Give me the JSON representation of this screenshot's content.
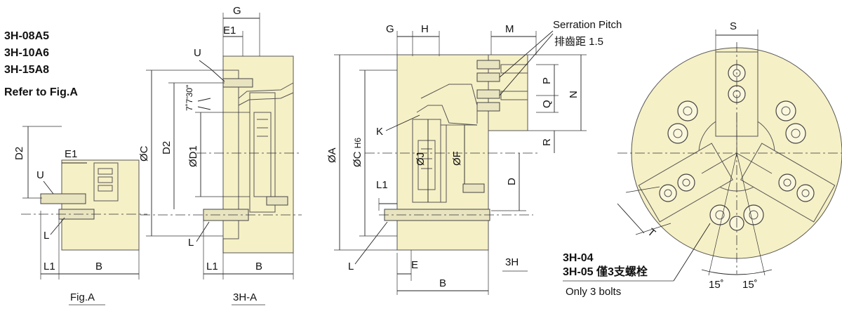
{
  "models": {
    "line1": "3H-08A5",
    "line2": "3H-10A6",
    "line3": "3H-15A8",
    "refer": "Refer to Fig.A"
  },
  "captions": {
    "fig_a": "Fig.A",
    "view_3h_a": "3H-A",
    "view_3h": "3H"
  },
  "serration": {
    "en": "Serration Pitch",
    "cn": "排齒距 1.5"
  },
  "bolt_note": {
    "models_1": "3H-04",
    "models_2": "3H-05 僅3支螺栓",
    "en": "Only 3 bolts"
  },
  "angles": {
    "left": "15˚",
    "right": "15˚",
    "taper": "7˚7'30\""
  },
  "dims": {
    "G": "G",
    "E1": "E1",
    "U": "U",
    "D2": "D2",
    "L": "L",
    "L1": "L1",
    "B": "B",
    "C": "ØC",
    "D1": "ØD1",
    "H": "H",
    "M": "M",
    "K": "K",
    "A": "ØA",
    "CH6": "ØC",
    "CH6_sub": "H6",
    "J": "ØJ",
    "F": "ØF",
    "P": "P",
    "Q": "Q",
    "N": "N",
    "R": "R",
    "D": "D",
    "E": "E",
    "S": "S",
    "T": "T"
  },
  "colors": {
    "body_fill": "#f6f0c6",
    "outline": "#555555"
  }
}
